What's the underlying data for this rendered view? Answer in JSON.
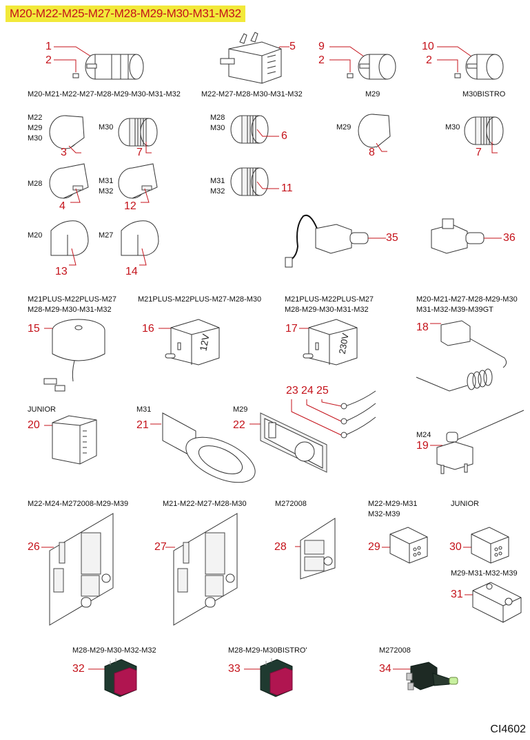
{
  "title": "M20-M22-M25-M27-M28-M29-M30-M31-M32",
  "diagram_code": "CI4602",
  "colors": {
    "title_background": "#f2e93a",
    "title_text": "#c4121a",
    "callout": "#c4121a",
    "button_red": "#b01550",
    "switch_body": "#1f3a30"
  },
  "groups": {
    "g1": "M20-M21-M22-M27-M28-M29-M30-M31-M32",
    "g5": "M22-M27-M28-M30-M31-M32",
    "g9": "M29",
    "g10": "M30BISTRO",
    "k3": [
      "M22",
      "M29",
      "M30"
    ],
    "k7a": "M30",
    "k6": [
      "M28",
      "M30"
    ],
    "k8": "M29",
    "k7b": "M30",
    "k4": "M28",
    "k12": [
      "M31",
      "M32"
    ],
    "k11": [
      "M31",
      "M32"
    ],
    "k13": "M20",
    "k14": "M27",
    "g15": [
      "M21PLUS-M22PLUS-M27",
      "M28-M29-M30-M31-M32"
    ],
    "g16": "M21PLUS-M22PLUS-M27-M28-M30",
    "g17": [
      "M21PLUS-M22PLUS-M27",
      "M28-M29-M30-M31-M32"
    ],
    "g18": [
      "M20-M21-M27-M28-M29-M30",
      "M31-M32-M39-M39GT"
    ],
    "g20": "JUNIOR",
    "g21": "M31",
    "g22": "M29",
    "g19": "M24",
    "g26": "M22-M24-M272008-M29-M39",
    "g27": "M21-M22-M27-M28-M30",
    "g28": "M272008",
    "g29": [
      "M22-M29-M31",
      "M32-M39"
    ],
    "g30": "JUNIOR",
    "g31": "M29-M31-M32-M39",
    "g32": "M28-M29-M30-M32-M32",
    "g33": "M28-M29-M30BISTRO'",
    "g34": "M272008"
  },
  "parts": {
    "p1": "1",
    "p2": "2",
    "p3": "3",
    "p4": "4",
    "p5": "5",
    "p6": "6",
    "p7": "7",
    "p8": "8",
    "p9": "9",
    "p10": "10",
    "p11": "11",
    "p12": "12",
    "p13": "13",
    "p14": "14",
    "p15": "15",
    "p16": "16",
    "p17": "17",
    "p18": "18",
    "p19": "19",
    "p20": "20",
    "p21": "21",
    "p22": "22",
    "p23": "23",
    "p24": "24",
    "p25": "25",
    "p26": "26",
    "p27": "27",
    "p28": "28",
    "p29": "29",
    "p30": "30",
    "p31": "31",
    "p32": "32",
    "p33": "33",
    "p34": "34",
    "p35": "35",
    "p36": "36"
  },
  "relay_labels": {
    "r16": "12V",
    "r17": "230V"
  }
}
